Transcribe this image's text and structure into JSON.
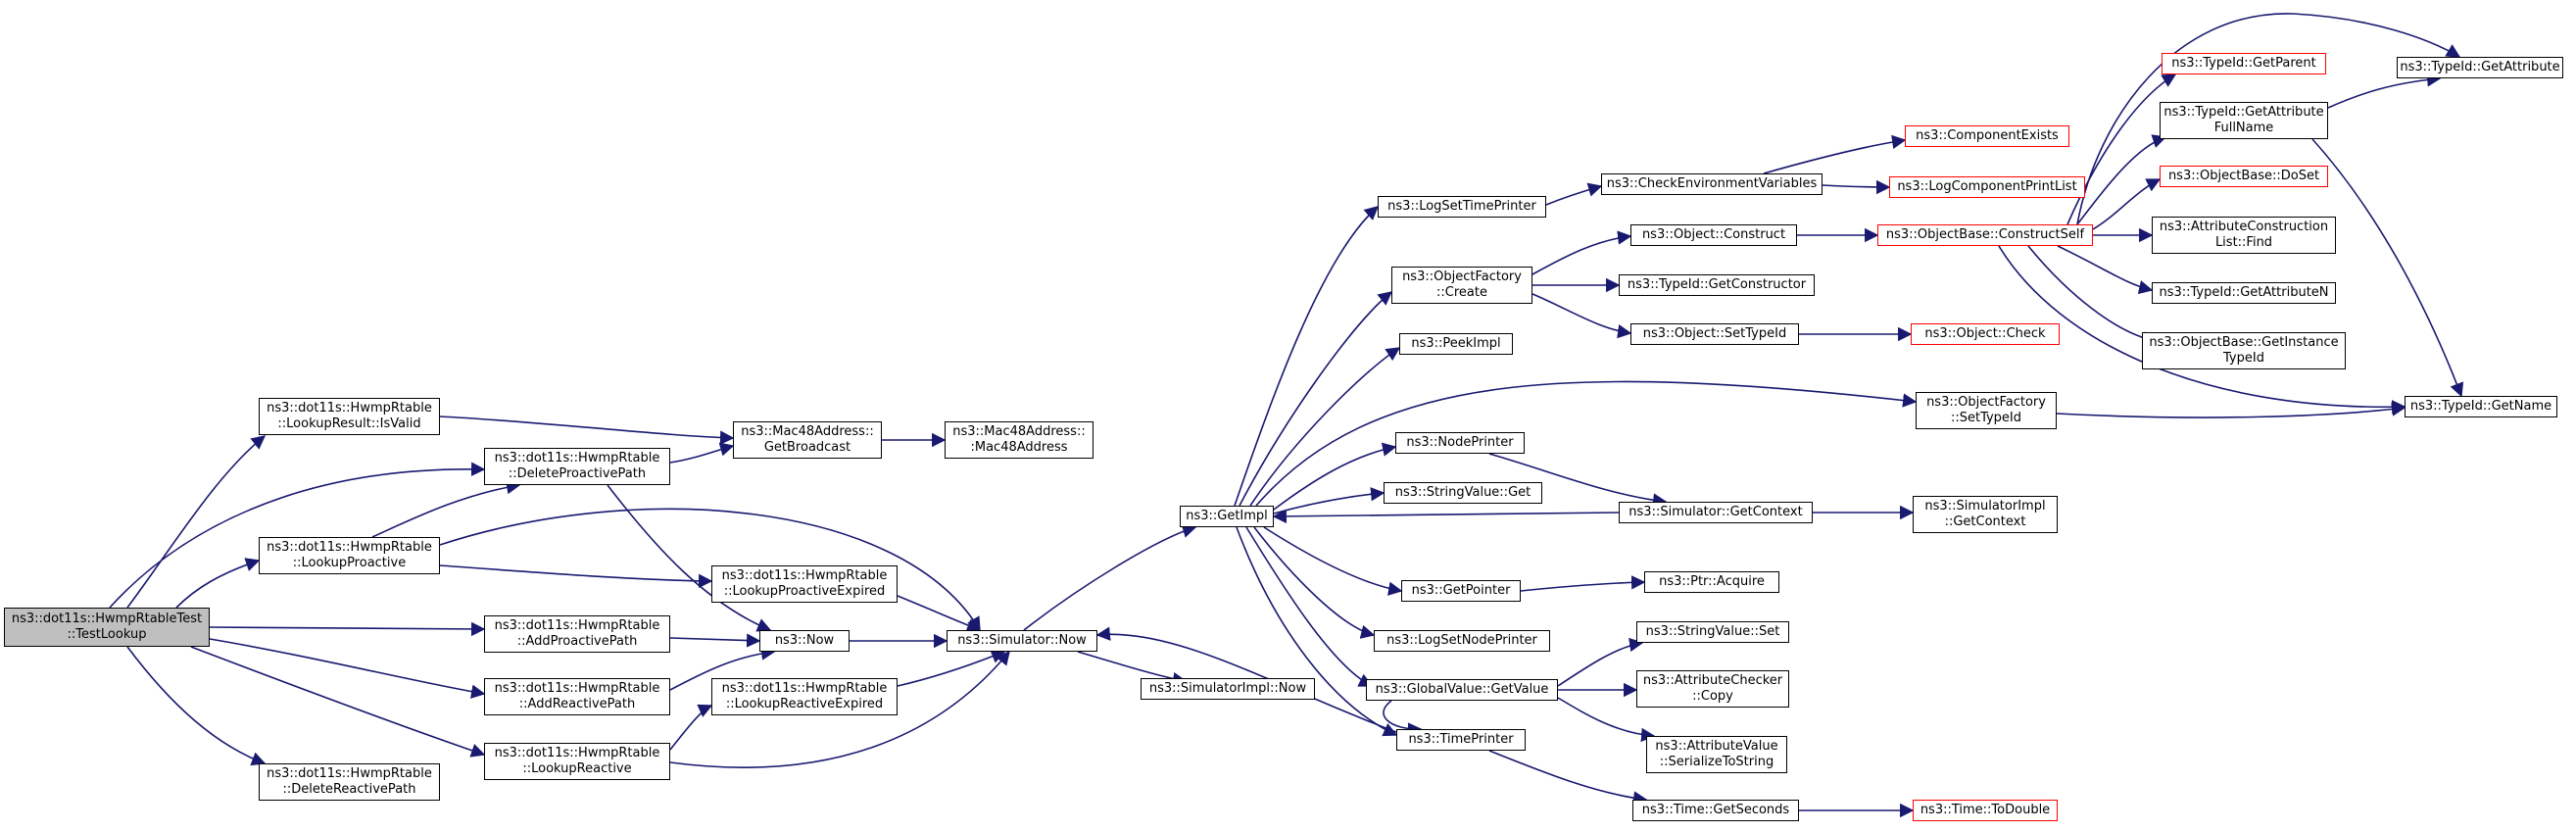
{
  "graph": {
    "root": [
      "ns3::dot11s::HwmpRtableTest",
      "::TestLookup"
    ],
    "nodes": {
      "lookupResultIsValid": [
        "ns3::dot11s::HwmpRtable",
        "::LookupResult::IsValid"
      ],
      "lookupProactive": [
        "ns3::dot11s::HwmpRtable",
        "::LookupProactive"
      ],
      "deleteProactivePath": [
        "ns3::dot11s::HwmpRtable",
        "::DeleteProactivePath"
      ],
      "addProactivePath": [
        "ns3::dot11s::HwmpRtable",
        "::AddProactivePath"
      ],
      "addReactivePath": [
        "ns3::dot11s::HwmpRtable",
        "::AddReactivePath"
      ],
      "lookupReactive": [
        "ns3::dot11s::HwmpRtable",
        "::LookupReactive"
      ],
      "deleteReactivePath": [
        "ns3::dot11s::HwmpRtable",
        "::DeleteReactivePath"
      ],
      "getBroadcast": [
        "ns3::Mac48Address::",
        "GetBroadcast"
      ],
      "mac48Address": [
        "ns3::Mac48Address::",
        ":Mac48Address"
      ],
      "lookupProactiveExpired": [
        "ns3::dot11s::HwmpRtable",
        "::LookupProactiveExpired"
      ],
      "lookupReactiveExpired": [
        "ns3::dot11s::HwmpRtable",
        "::LookupReactiveExpired"
      ],
      "now": [
        "ns3::Now"
      ],
      "simulatorNow": [
        "ns3::Simulator::Now"
      ],
      "simulatorImplNow": [
        "ns3::SimulatorImpl::Now"
      ],
      "getImpl": [
        "ns3::GetImpl"
      ],
      "logSetTimePrinter": [
        "ns3::LogSetTimePrinter"
      ],
      "objectFactoryCreate": [
        "ns3::ObjectFactory",
        "::Create"
      ],
      "peekImpl": [
        "ns3::PeekImpl"
      ],
      "nodePrinter": [
        "ns3::NodePrinter"
      ],
      "stringValueGet": [
        "ns3::StringValue::Get"
      ],
      "getPointer": [
        "ns3::GetPointer"
      ],
      "logSetNodePrinter": [
        "ns3::LogSetNodePrinter"
      ],
      "globalValueGetValue": [
        "ns3::GlobalValue::GetValue"
      ],
      "timePrinter": [
        "ns3::TimePrinter"
      ],
      "checkEnvironmentVariables": [
        "ns3::CheckEnvironmentVariables"
      ],
      "objectConstruct": [
        "ns3::Object::Construct"
      ],
      "typeIdGetConstructor": [
        "ns3::TypeId::GetConstructor"
      ],
      "objectSetTypeId": [
        "ns3::Object::SetTypeId"
      ],
      "objectFactorySetTypeId": [
        "ns3::ObjectFactory",
        "::SetTypeId"
      ],
      "simulatorGetContext": [
        "ns3::Simulator::GetContext"
      ],
      "ptrAcquire": [
        "ns3::Ptr::Acquire"
      ],
      "stringValueSet": [
        "ns3::StringValue::Set"
      ],
      "attributeCheckerCopy": [
        "ns3::AttributeChecker",
        "::Copy"
      ],
      "attributeValueSerialize": [
        "ns3::AttributeValue",
        "::SerializeToString"
      ],
      "timeGetSeconds": [
        "ns3::Time::GetSeconds"
      ],
      "componentExists": [
        "ns3::ComponentExists"
      ],
      "logComponentPrintList": [
        "ns3::LogComponentPrintList"
      ],
      "objectBaseConstructSelf": [
        "ns3::ObjectBase::ConstructSelf"
      ],
      "objectCheck": [
        "ns3::Object::Check"
      ],
      "simulatorImplGetContext": [
        "ns3::SimulatorImpl",
        "::GetContext"
      ],
      "timeToDouble": [
        "ns3::Time::ToDouble"
      ],
      "typeIdGetParent": [
        "ns3::TypeId::GetParent"
      ],
      "typeIdGetAttributeFullName": [
        "ns3::TypeId::GetAttribute",
        "FullName"
      ],
      "objectBaseDoSet": [
        "ns3::ObjectBase::DoSet"
      ],
      "attributeConstructionListFind": [
        "ns3::AttributeConstruction",
        "List::Find"
      ],
      "typeIdGetAttributeN": [
        "ns3::TypeId::GetAttributeN"
      ],
      "objectBaseGetInstanceTypeId": [
        "ns3::ObjectBase::GetInstance",
        "TypeId"
      ],
      "typeIdGetAttribute": [
        "ns3::TypeId::GetAttribute"
      ],
      "typeIdGetName": [
        "ns3::TypeId::GetName"
      ]
    }
  },
  "colors": {
    "edge": "#191970",
    "node_border": "#000000",
    "truncated_node_border": "#ff0000",
    "root_fill": "#bfbfbf",
    "node_fill": "#ffffff"
  }
}
